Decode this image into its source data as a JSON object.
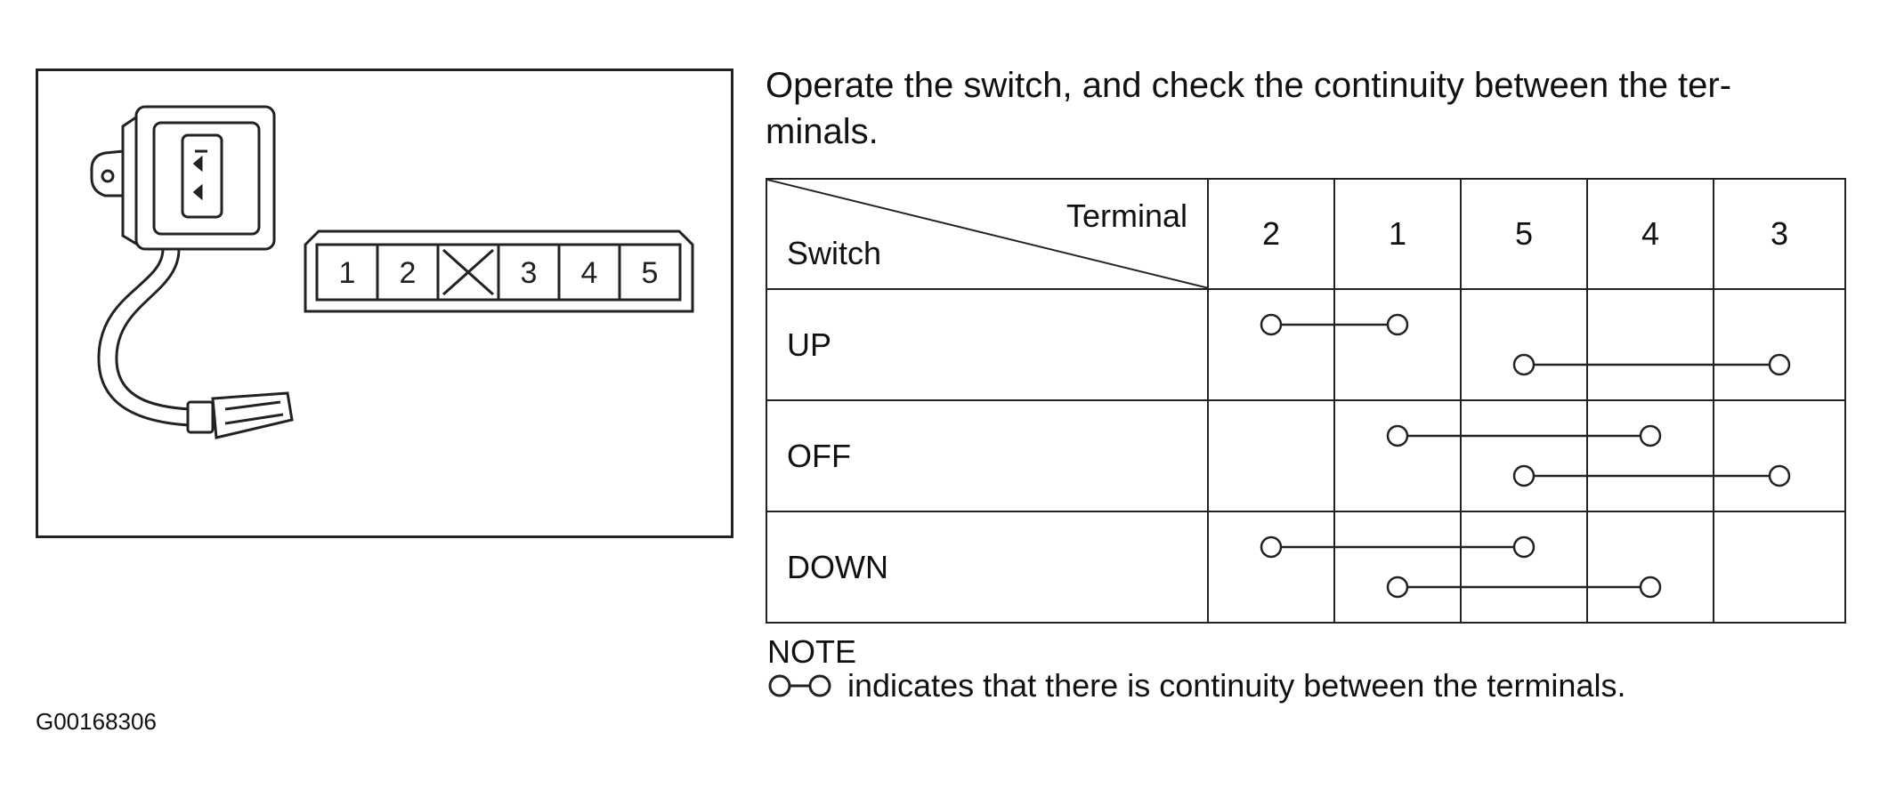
{
  "instruction": "Operate the switch, and check the continuity between the ter- minals.",
  "instruction_lines": [
    "Operate the switch, and check the continuity between the ter-",
    "minals."
  ],
  "connector_pins": [
    "1",
    "2",
    "",
    "3",
    "4",
    "5"
  ],
  "table": {
    "corner_terminal_label": "Terminal",
    "corner_switch_label": "Switch",
    "terminal_columns": [
      "2",
      "1",
      "5",
      "4",
      "3"
    ],
    "rows": [
      {
        "switch": "UP",
        "continuity": [
          [
            "2",
            "1"
          ],
          [
            "5",
            "3"
          ]
        ]
      },
      {
        "switch": "OFF",
        "continuity": [
          [
            "1",
            "4"
          ],
          [
            "5",
            "3"
          ]
        ]
      },
      {
        "switch": "DOWN",
        "continuity": [
          [
            "2",
            "5"
          ],
          [
            "1",
            "4"
          ]
        ]
      }
    ]
  },
  "note": {
    "title": "NOTE",
    "text": "indicates that there is continuity between the terminals."
  },
  "figure_id": "G00168306"
}
